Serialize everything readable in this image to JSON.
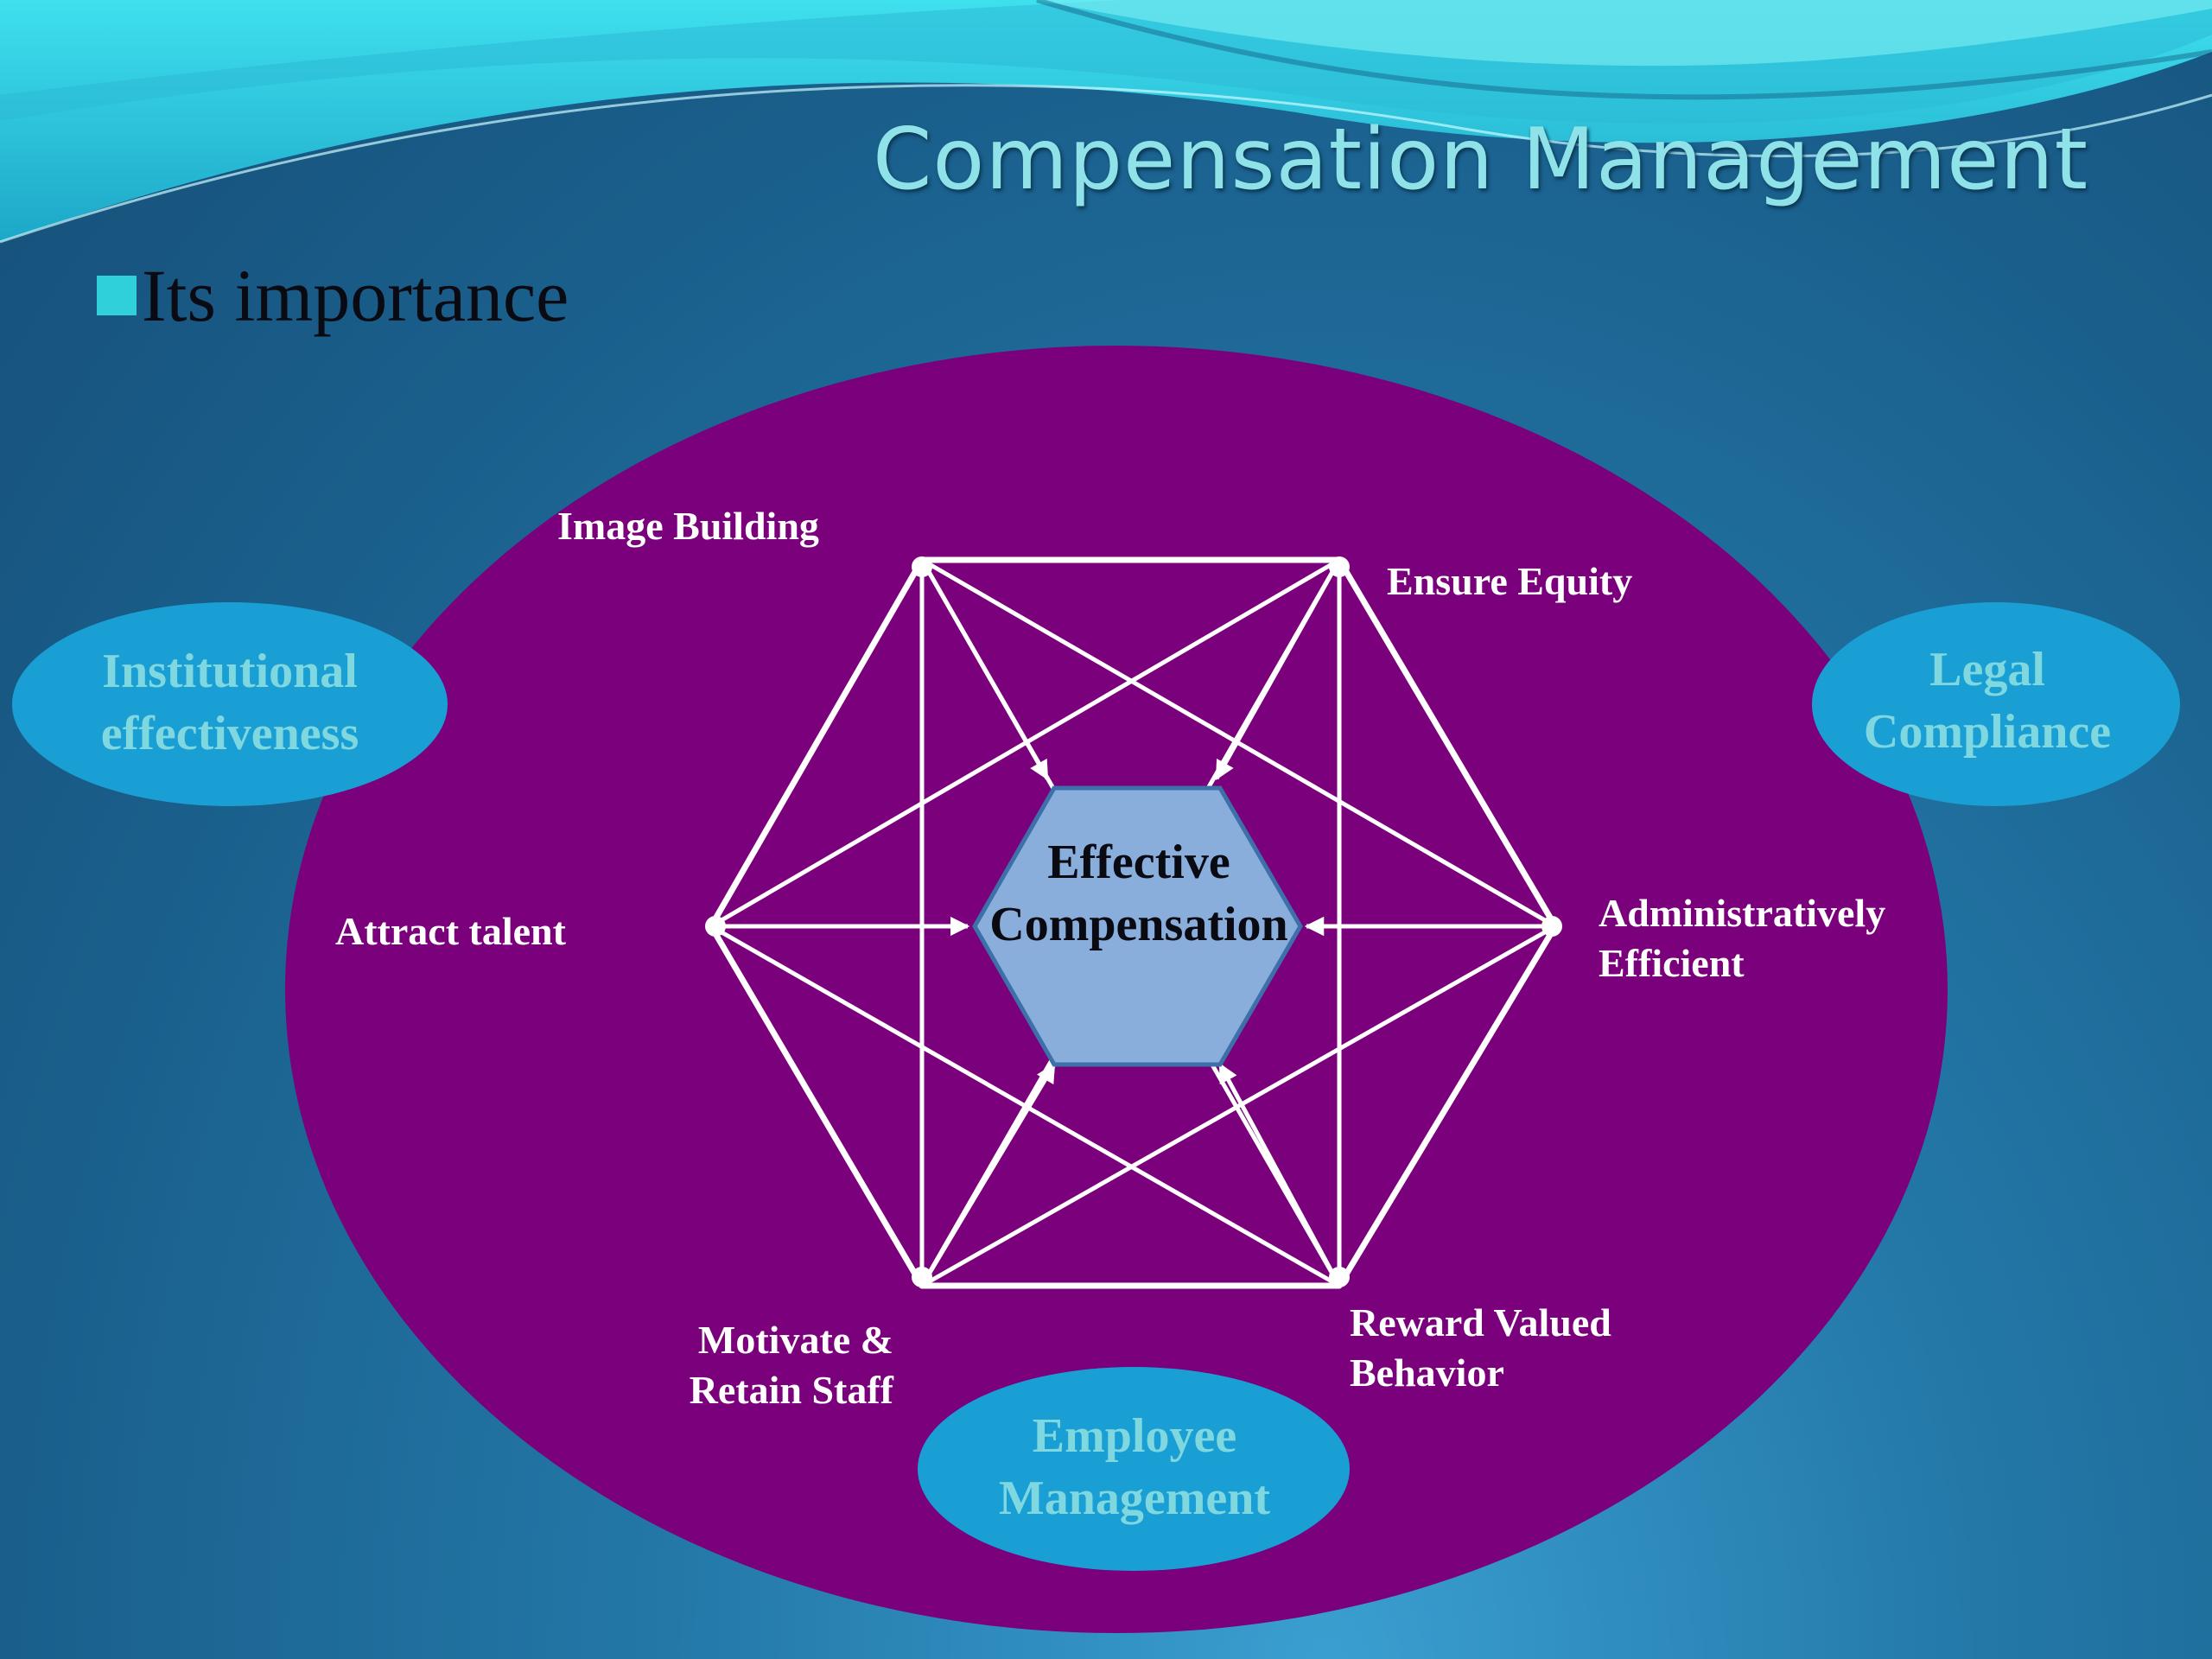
{
  "slide": {
    "title": "Compensation Management",
    "bullet": "Its importance"
  },
  "diagram": {
    "center": {
      "line1": "Effective",
      "line2": "Compensation"
    },
    "vertices": {
      "image_building": "Image Building",
      "ensure_equity": "Ensure Equity",
      "attract_talent": "Attract talent",
      "admin_efficient": {
        "line1": "Administratively",
        "line2": "Efficient"
      },
      "motivate_retain": {
        "line1": "Motivate &",
        "line2": "Retain Staff"
      },
      "reward_valued": {
        "line1": "Reward Valued",
        "line2": "Behavior"
      }
    },
    "outer": {
      "institutional": {
        "line1": "Institutional",
        "line2": "effectiveness"
      },
      "legal": {
        "line1": "Legal",
        "line2": "Compliance"
      },
      "employee": {
        "line1": "Employee",
        "line2": "Management"
      }
    }
  },
  "colors": {
    "big_ellipse": "#7b007b",
    "small_ovals": "#1a9fd4",
    "center_hexagon": "#8aaedc",
    "lines": "#ffffff",
    "title": "#8fe3e8",
    "bullet_square": "#2fd0d8"
  }
}
